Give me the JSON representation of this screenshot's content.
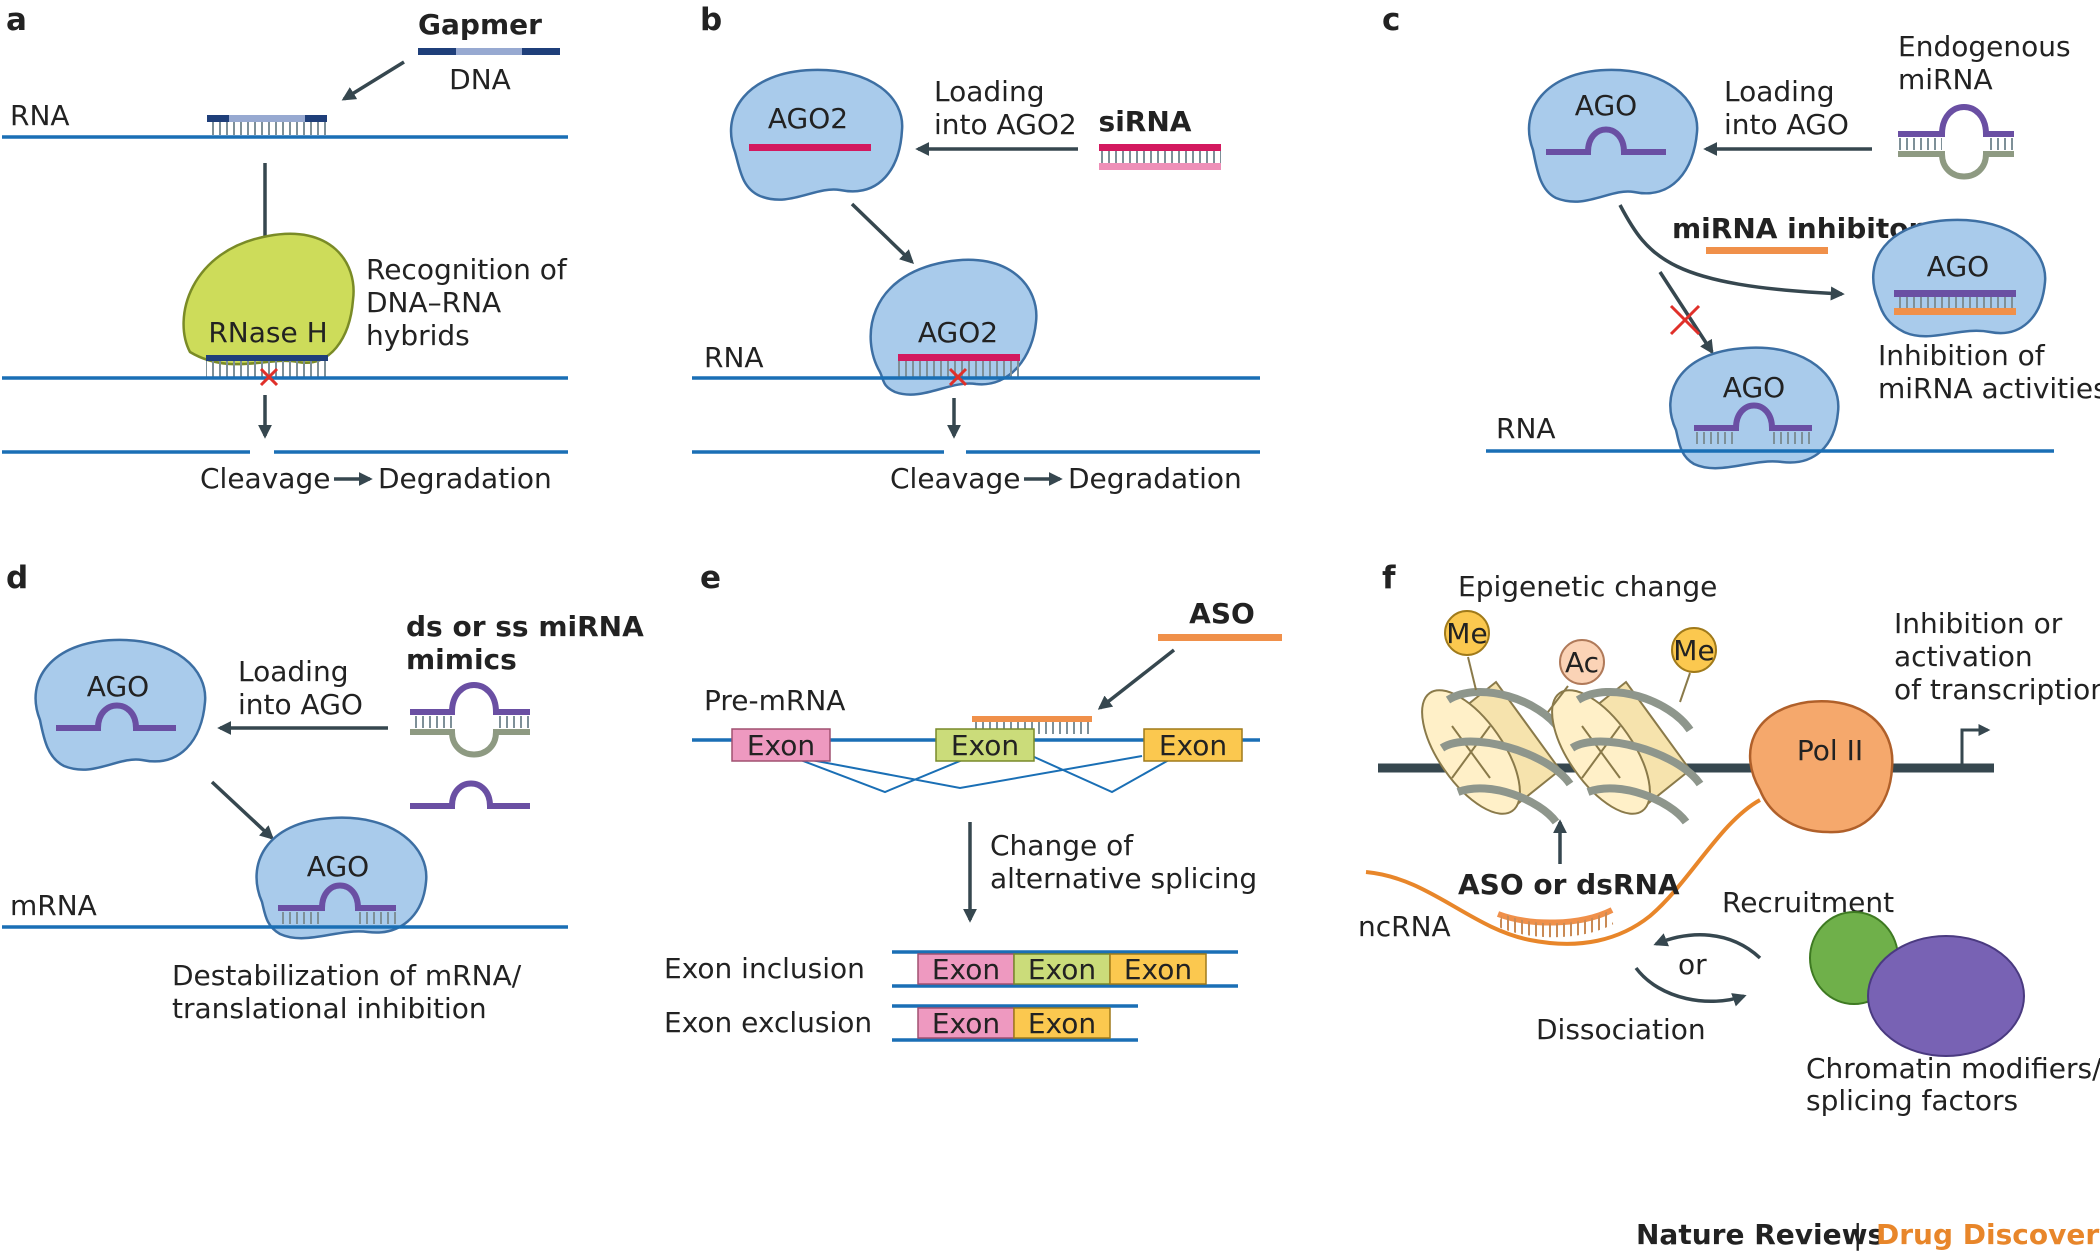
{
  "colors": {
    "rna": "#1a6fb5",
    "arrow": "#36474f",
    "protein": "#a9cbeb",
    "rnaseh": "#cddc5a",
    "sirna": "#d3195f",
    "mirna": "#6a4fa3",
    "aso": "#f0904a",
    "cross": "#e0302a",
    "exon_pink": "#ee99c0",
    "exon_green": "#cbdc7a",
    "exon_yellow": "#fbc84f",
    "journal_accent": "#e8862a"
  },
  "panel_a": {
    "label": "a",
    "gapmer": "Gapmer",
    "dna": "DNA",
    "rna": "RNA",
    "enzyme": "RNase H",
    "recognition": [
      "Recognition of",
      "DNA–RNA",
      "hybrids"
    ],
    "cleavage": "Cleavage",
    "degradation": "Degradation"
  },
  "panel_b": {
    "label": "b",
    "protein": "AGO2",
    "loading": [
      "Loading",
      "into AGO2"
    ],
    "sirna": "siRNA",
    "rna": "RNA",
    "cleavage": "Cleavage",
    "degradation": "Degradation"
  },
  "panel_c": {
    "label": "c",
    "protein": "AGO",
    "loading": [
      "Loading",
      "into AGO"
    ],
    "endogenous": [
      "Endogenous",
      "miRNA"
    ],
    "inhibitor": "miRNA inhibitor",
    "inhibition": [
      "Inhibition of",
      "miRNA activities"
    ],
    "rna": "RNA"
  },
  "panel_d": {
    "label": "d",
    "protein": "AGO",
    "loading": [
      "Loading",
      "into AGO"
    ],
    "mimics": [
      "ds or ss miRNA",
      "mimics"
    ],
    "mrna": "mRNA",
    "destabilization": [
      "Destabilization of mRNA/",
      "translational inhibition"
    ]
  },
  "panel_e": {
    "label": "e",
    "aso": "ASO",
    "premrna": "Pre-mRNA",
    "exon": "Exon",
    "change": [
      "Change of",
      "alternative splicing"
    ],
    "inclusion": "Exon inclusion",
    "exclusion": "Exon exclusion"
  },
  "panel_f": {
    "label": "f",
    "epigenetic": "Epigenetic change",
    "me": "Me",
    "ac": "Ac",
    "transcription": [
      "Inhibition or",
      "activation",
      "of transcription"
    ],
    "polii": "Pol II",
    "aso_dsrna": "ASO or dsRNA",
    "ncrna": "ncRNA",
    "recruitment": "Recruitment",
    "or": "or",
    "dissociation": "Dissociation",
    "modifiers": [
      "Chromatin modifiers/",
      "splicing factors"
    ]
  },
  "footer": {
    "journal": "Nature Reviews",
    "separator": "|",
    "section": "Drug Discovery"
  }
}
